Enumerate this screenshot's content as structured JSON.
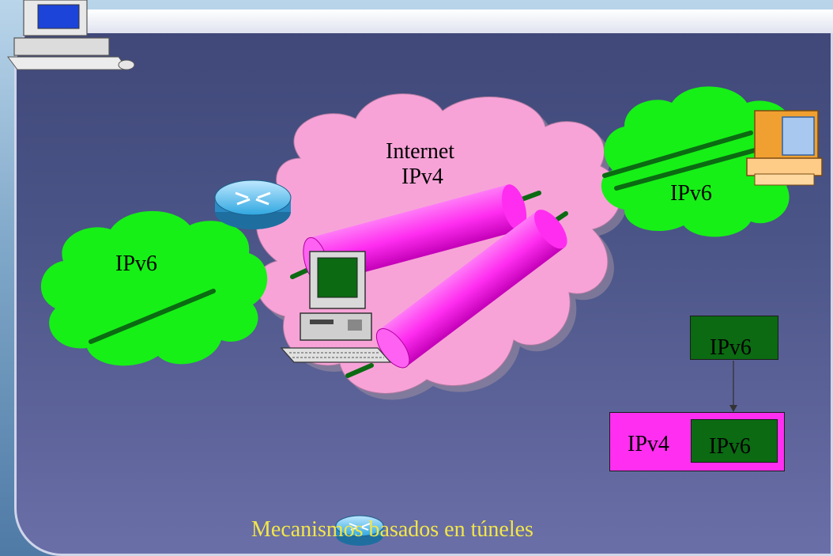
{
  "labels": {
    "internet": "Internet",
    "ipv4_cloud": "IPv4",
    "ipv6_left": "IPv6",
    "ipv6_right": "IPv6"
  },
  "encapsulation": {
    "inner_top": "IPv6",
    "outer": "IPv4",
    "inner_bottom": "IPv6"
  },
  "caption": "Mecanismos basados   en túneles",
  "colors": {
    "ipv6_cloud": "#16f016",
    "ipv4_cloud": "#f7a3d8",
    "tunnel": "#ff2df0",
    "ipv6_box": "#0b6a12",
    "ipv4_box": "#ff2ef0",
    "caption": "#f2e64a"
  },
  "icons": [
    "desktop-computer-icon",
    "router-icon",
    "workstation-icon",
    "orange-computer-icon"
  ]
}
